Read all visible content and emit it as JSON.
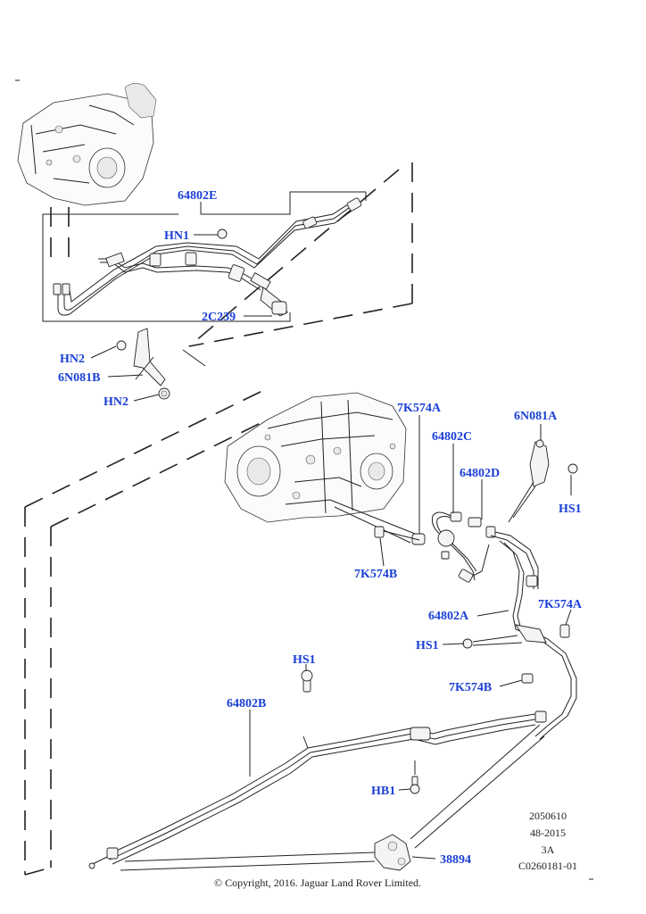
{
  "callouts": {
    "c64802E": "64802E",
    "cHN1": "HN1",
    "c2C239": "2C239",
    "cHN2a": "HN2",
    "c6N081B": "6N081B",
    "cHN2b": "HN2",
    "c7K574A_top": "7K574A",
    "c64802C": "64802C",
    "c6N081A": "6N081A",
    "c64802D": "64802D",
    "cHS1_right": "HS1",
    "c7K574B_mid": "7K574B",
    "c64802A": "64802A",
    "c7K574A_right": "7K574A",
    "cHS1_mid": "HS1",
    "cHS1_low": "HS1",
    "c7K574B_low": "7K574B",
    "c64802B": "64802B",
    "cHB1": "HB1",
    "c38894": "38894"
  },
  "meta": {
    "line1": "2050610",
    "line2": "48-2015",
    "line3": "3A",
    "line4": "C0260181-01"
  },
  "copyright": "© Copyright, 2016. Jaguar Land Rover Limited."
}
